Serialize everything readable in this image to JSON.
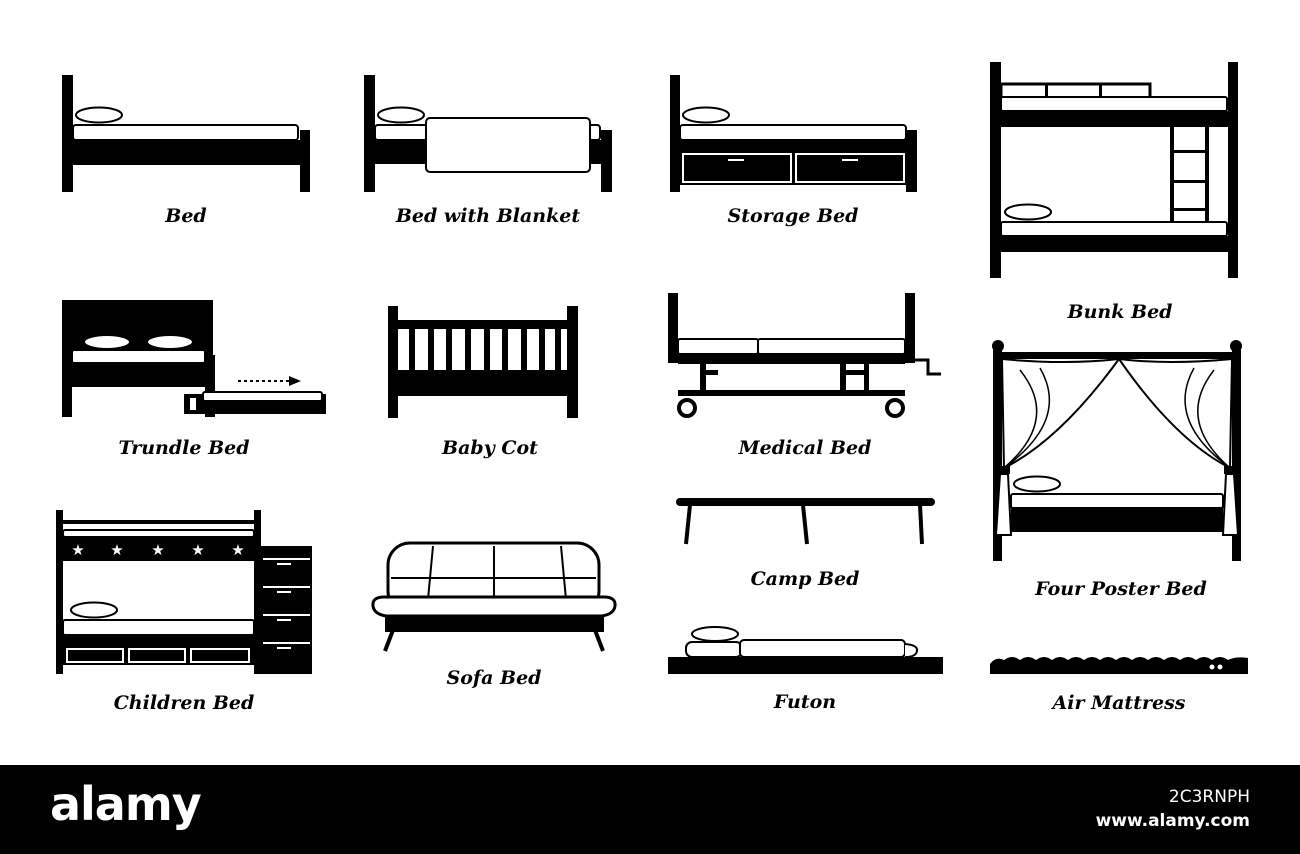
{
  "colors": {
    "ink": "#000000",
    "paper": "#ffffff",
    "footer_bg": "#000000"
  },
  "labels": {
    "bed": "Bed",
    "bed_blanket": "Bed with Blanket",
    "storage_bed": "Storage Bed",
    "bunk_bed": "Bunk Bed",
    "trundle_bed": "Trundle Bed",
    "baby_cot": "Baby Cot",
    "medical_bed": "Medical Bed",
    "four_poster_bed": "Four Poster Bed",
    "children_bed": "Children Bed",
    "sofa_bed": "Sofa Bed",
    "camp_bed": "Camp Bed",
    "futon": "Futon",
    "air_mattress": "Air Mattress"
  },
  "footer": {
    "brand": "alamy",
    "image_id": "2C3RNPH",
    "site": "www.alamy.com"
  }
}
